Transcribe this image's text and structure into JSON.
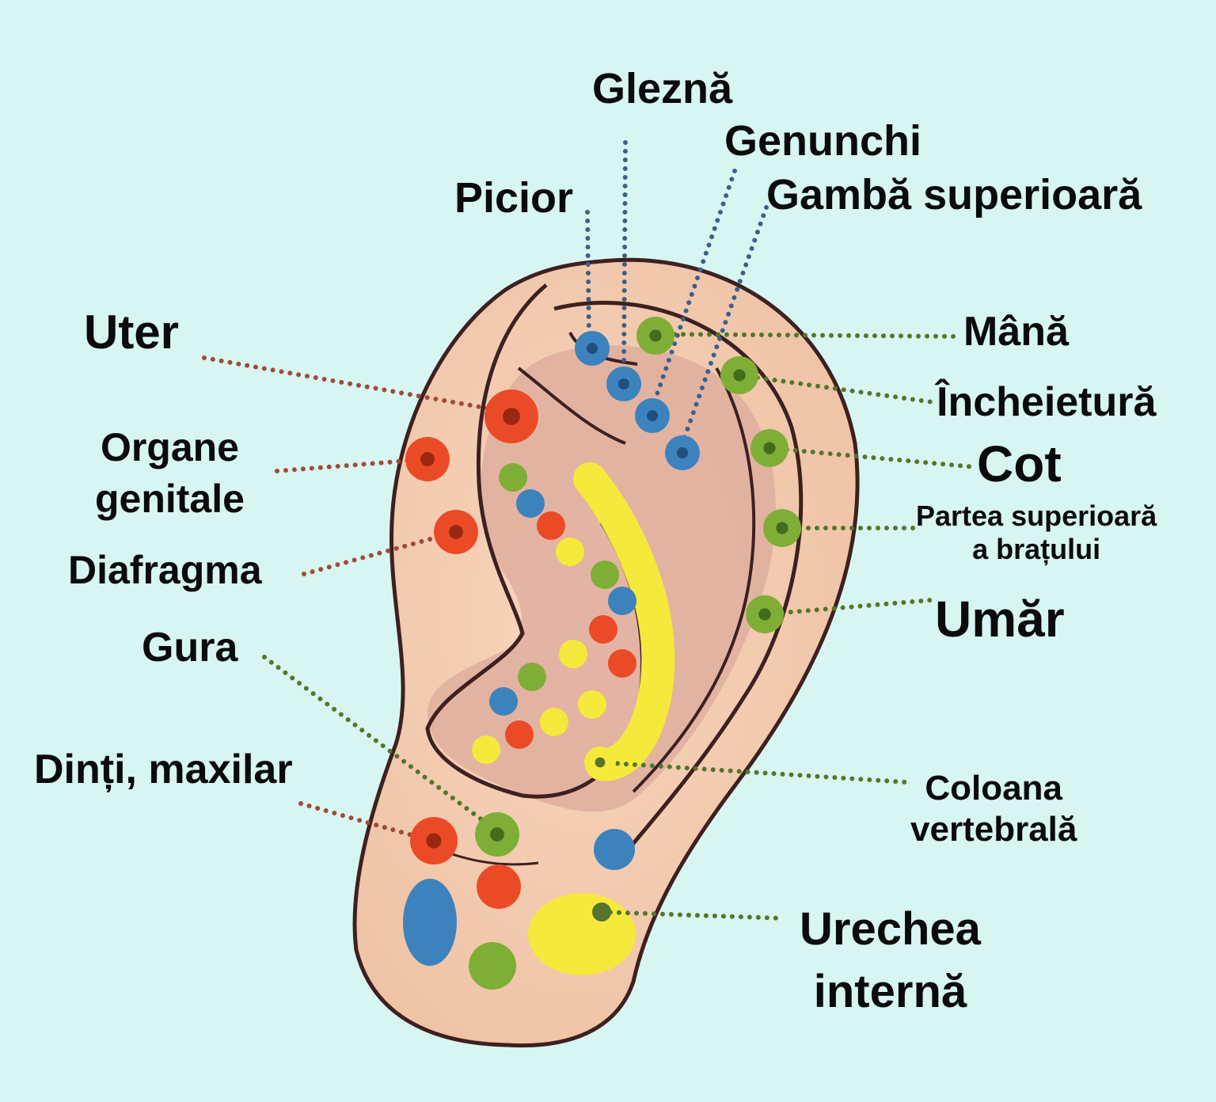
{
  "colors": {
    "background": "#d7f5f1",
    "skin": "#f5cfb0",
    "skin_shadow": "#d9a59a",
    "outline": "#3d2020",
    "red": "#ea4b26",
    "blue": "#3c83bd",
    "green": "#7fae37",
    "yellow": "#f5e93b",
    "leader_blue": "#3b5f8a",
    "leader_green": "#55752a",
    "leader_red": "#a04a3a"
  },
  "labels": {
    "glezna": "Gleznă",
    "genunchi": "Genunchi",
    "picior": "Picior",
    "gamba": "Gambă superioară",
    "uter": "Uter",
    "mana": "Mână",
    "incheietura": "Încheietură",
    "organe": "Organe",
    "genitale": "genitale",
    "cot": "Cot",
    "partea": "Partea superioară",
    "bratului": "a brațului",
    "diafragma": "Diafragma",
    "umar": "Umăr",
    "gura": "Gura",
    "dinti": "Dinți, maxilar",
    "coloana": "Coloana",
    "vertebrala": "vertebrală",
    "urechea": "Urechea",
    "interna": "internă"
  }
}
